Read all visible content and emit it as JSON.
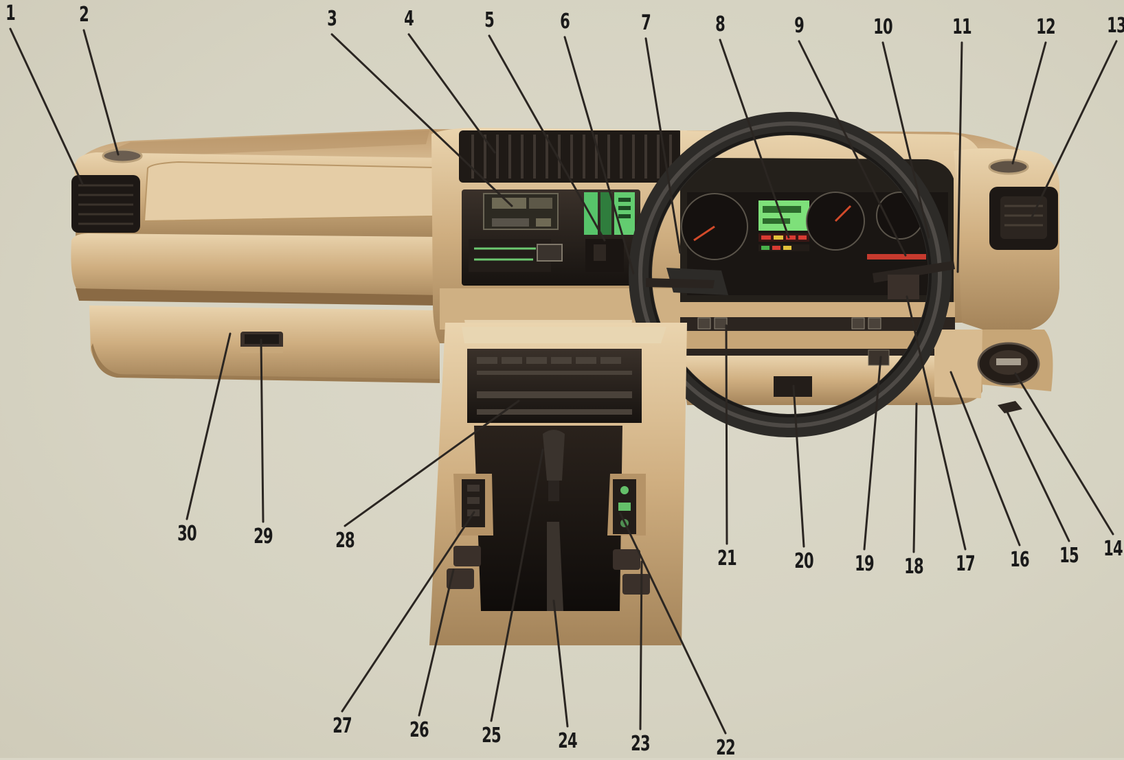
{
  "diagram": {
    "subject": "vehicle-dashboard",
    "colors": {
      "trim": "#c9a97c",
      "trim_light": "#e3cba4",
      "trim_dark": "#8f7048",
      "panel": "#2a2420",
      "lcd": "#7ee07a",
      "lines": "#2b2622"
    },
    "callouts": [
      {
        "id": "c1",
        "text": "1"
      },
      {
        "id": "c2",
        "text": "2"
      },
      {
        "id": "c3",
        "text": "3"
      },
      {
        "id": "c4",
        "text": "4"
      },
      {
        "id": "c5",
        "text": "5"
      },
      {
        "id": "c6",
        "text": "6"
      },
      {
        "id": "c7",
        "text": "7"
      },
      {
        "id": "c8",
        "text": "8"
      },
      {
        "id": "c9",
        "text": "9"
      },
      {
        "id": "c10",
        "text": "10"
      },
      {
        "id": "c11",
        "text": "11"
      },
      {
        "id": "c12",
        "text": "12"
      },
      {
        "id": "c13",
        "text": "13"
      },
      {
        "id": "c14",
        "text": "14"
      },
      {
        "id": "c15",
        "text": "15"
      },
      {
        "id": "c16",
        "text": "16"
      },
      {
        "id": "c17",
        "text": "17"
      },
      {
        "id": "c18",
        "text": "18"
      },
      {
        "id": "c19",
        "text": "19"
      },
      {
        "id": "c20",
        "text": "20"
      },
      {
        "id": "c21",
        "text": "21"
      },
      {
        "id": "c22",
        "text": "22"
      },
      {
        "id": "c23",
        "text": "23"
      },
      {
        "id": "c24",
        "text": "24"
      },
      {
        "id": "c25",
        "text": "25"
      },
      {
        "id": "c26",
        "text": "26"
      },
      {
        "id": "c27",
        "text": "27"
      },
      {
        "id": "c28",
        "text": "28"
      },
      {
        "id": "c29",
        "text": "29"
      },
      {
        "id": "c30",
        "text": "30"
      }
    ]
  }
}
